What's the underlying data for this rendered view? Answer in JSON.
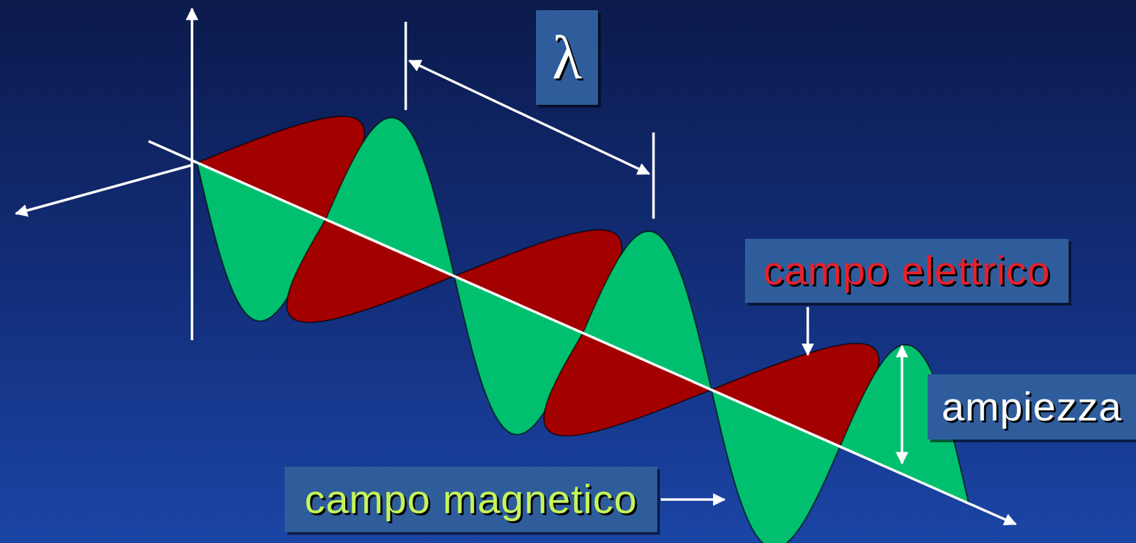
{
  "diagram": {
    "nodes": [
      {
        "text": [
          "λ"
        ]
      },
      {
        "text": [
          "campo elettrico"
        ]
      },
      {
        "text": [
          "ampiezza"
        ]
      },
      {
        "text": [
          "campo magnetico"
        ]
      }
    ]
  }
}
